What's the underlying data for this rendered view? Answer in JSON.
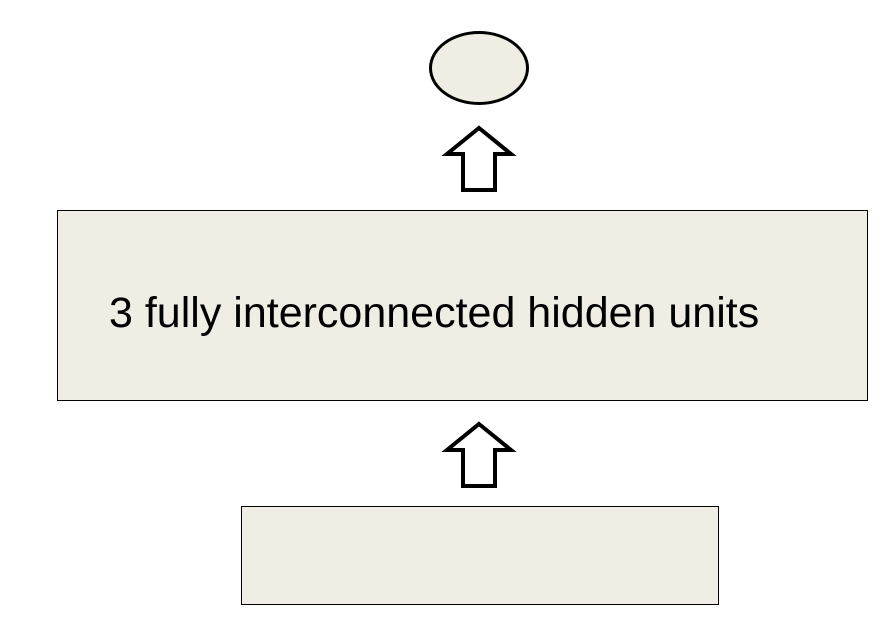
{
  "diagram": {
    "fill_color": "#efede4",
    "stroke_color": "#000000",
    "output_node": {
      "label": ""
    },
    "hidden_layer": {
      "label": "3 fully interconnected hidden units"
    },
    "input_layer": {
      "label": ""
    },
    "arrows": [
      {
        "from": "input_layer",
        "to": "hidden_layer",
        "direction": "up"
      },
      {
        "from": "hidden_layer",
        "to": "output_node",
        "direction": "up"
      }
    ]
  }
}
